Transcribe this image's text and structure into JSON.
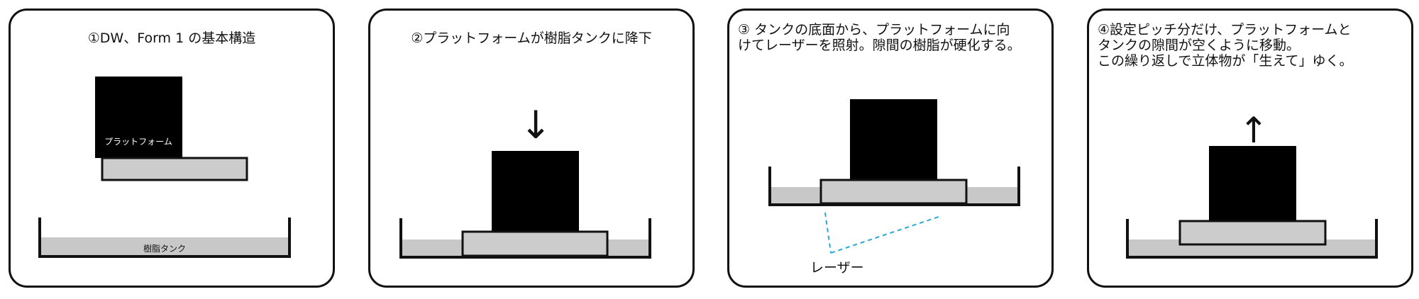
{
  "colors": {
    "resin": "#c8c8c8",
    "platform": "#cccccc",
    "block": "#000000",
    "outline": "#111111",
    "laser": "#29a8d8"
  },
  "panels": [
    {
      "title": "①DW、Form 1 の基本構造",
      "platform_label": "プラットフォーム",
      "tank_label": "樹脂タンク"
    },
    {
      "title": "②プラットフォームが樹脂タンクに降下",
      "arrow": "↓"
    },
    {
      "title": "③ タンクの底面から、プラットフォームに向\nけてレーザーを照射。隙間の樹脂が硬化する。",
      "laser_label": "レーザー"
    },
    {
      "title": "④設定ピッチ分だけ、プラットフォームと\nタンクの隙間が空くように移動。\nこの繰り返しで立体物が「生えて」ゆく。",
      "arrow": "↑"
    }
  ]
}
